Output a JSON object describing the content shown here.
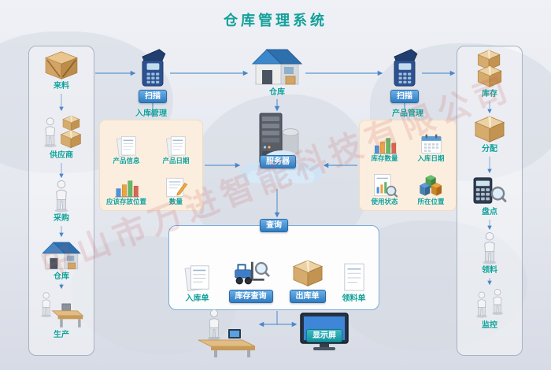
{
  "title": "仓库管理系统",
  "watermark": "中山市万进智能科技有限公司",
  "colors": {
    "title_teal": "#12a09a",
    "line_blue": "#5e97d0",
    "button_blue": "#2f7cc2",
    "button_teal": "#15929f",
    "panel_peach": "#fbeede",
    "watermark_red": "#c95656"
  },
  "left_column": {
    "items": [
      {
        "label": "来料",
        "icon": "crate-icon"
      },
      {
        "label": "供应商",
        "icon": "supplier-icon"
      },
      {
        "label": "采购",
        "icon": "buyer-person-icon"
      },
      {
        "label": "仓库",
        "icon": "warehouse-house-icon"
      },
      {
        "label": "生产",
        "icon": "production-bench-icon"
      }
    ]
  },
  "right_column": {
    "items": [
      {
        "label": "库存",
        "icon": "stacked-boxes-icon"
      },
      {
        "label": "分配",
        "icon": "carton-box-icon"
      },
      {
        "label": "盘点",
        "icon": "calculator-magnifier-icon"
      },
      {
        "label": "领料",
        "icon": "picker-person-icon"
      },
      {
        "label": "监控",
        "icon": "two-persons-icon"
      }
    ]
  },
  "top": {
    "scan_left": "扫描",
    "warehouse": "仓库",
    "scan_right": "扫描"
  },
  "server": {
    "label": "服务器"
  },
  "inbound_panel": {
    "title": "入库管理",
    "items": [
      "产品信息",
      "产品日期",
      "应该存放位置",
      "数量"
    ]
  },
  "product_panel": {
    "title": "产品管理",
    "items": [
      "库存数量",
      "入库日期",
      "使用状态",
      "所在位置"
    ]
  },
  "query_panel": {
    "title": "查询",
    "items": [
      "入库单",
      "库存查询",
      "出库单",
      "领料单"
    ]
  },
  "display": {
    "label": "显示屏"
  }
}
